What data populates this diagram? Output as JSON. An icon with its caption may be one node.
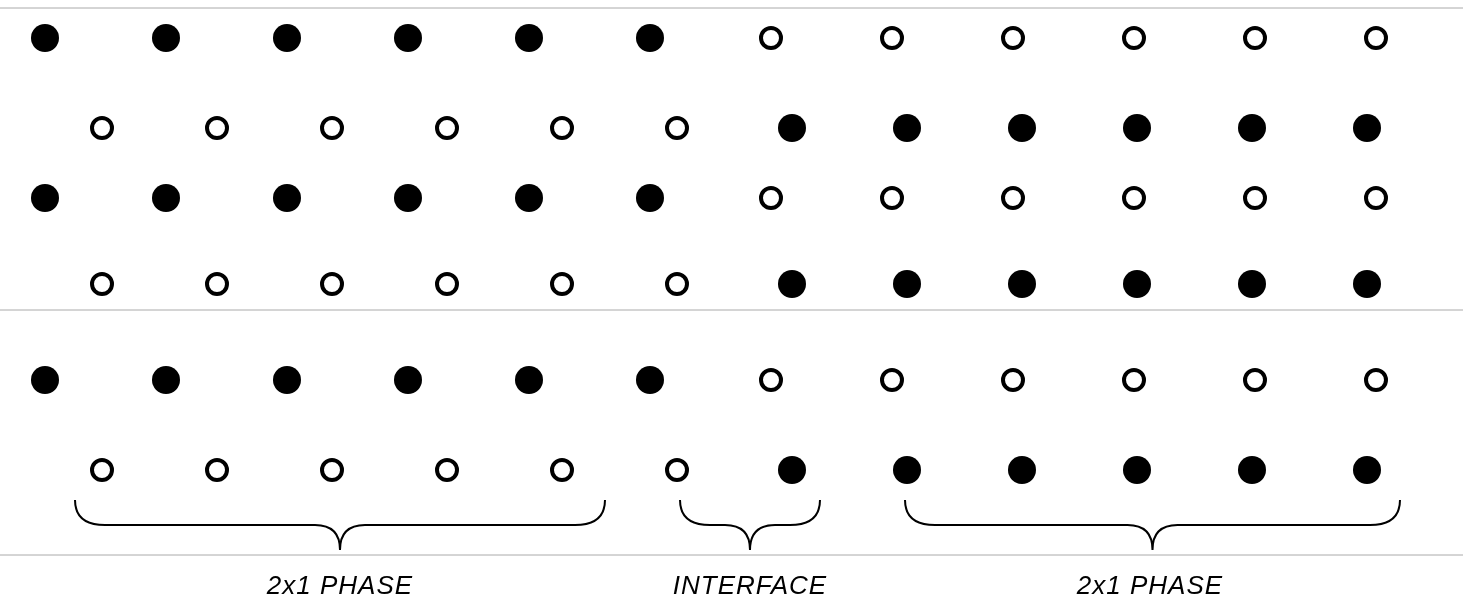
{
  "diagram": {
    "labels": [
      "2x1 PHASE",
      "INTERFACE",
      "2x1 PHASE"
    ]
  }
}
